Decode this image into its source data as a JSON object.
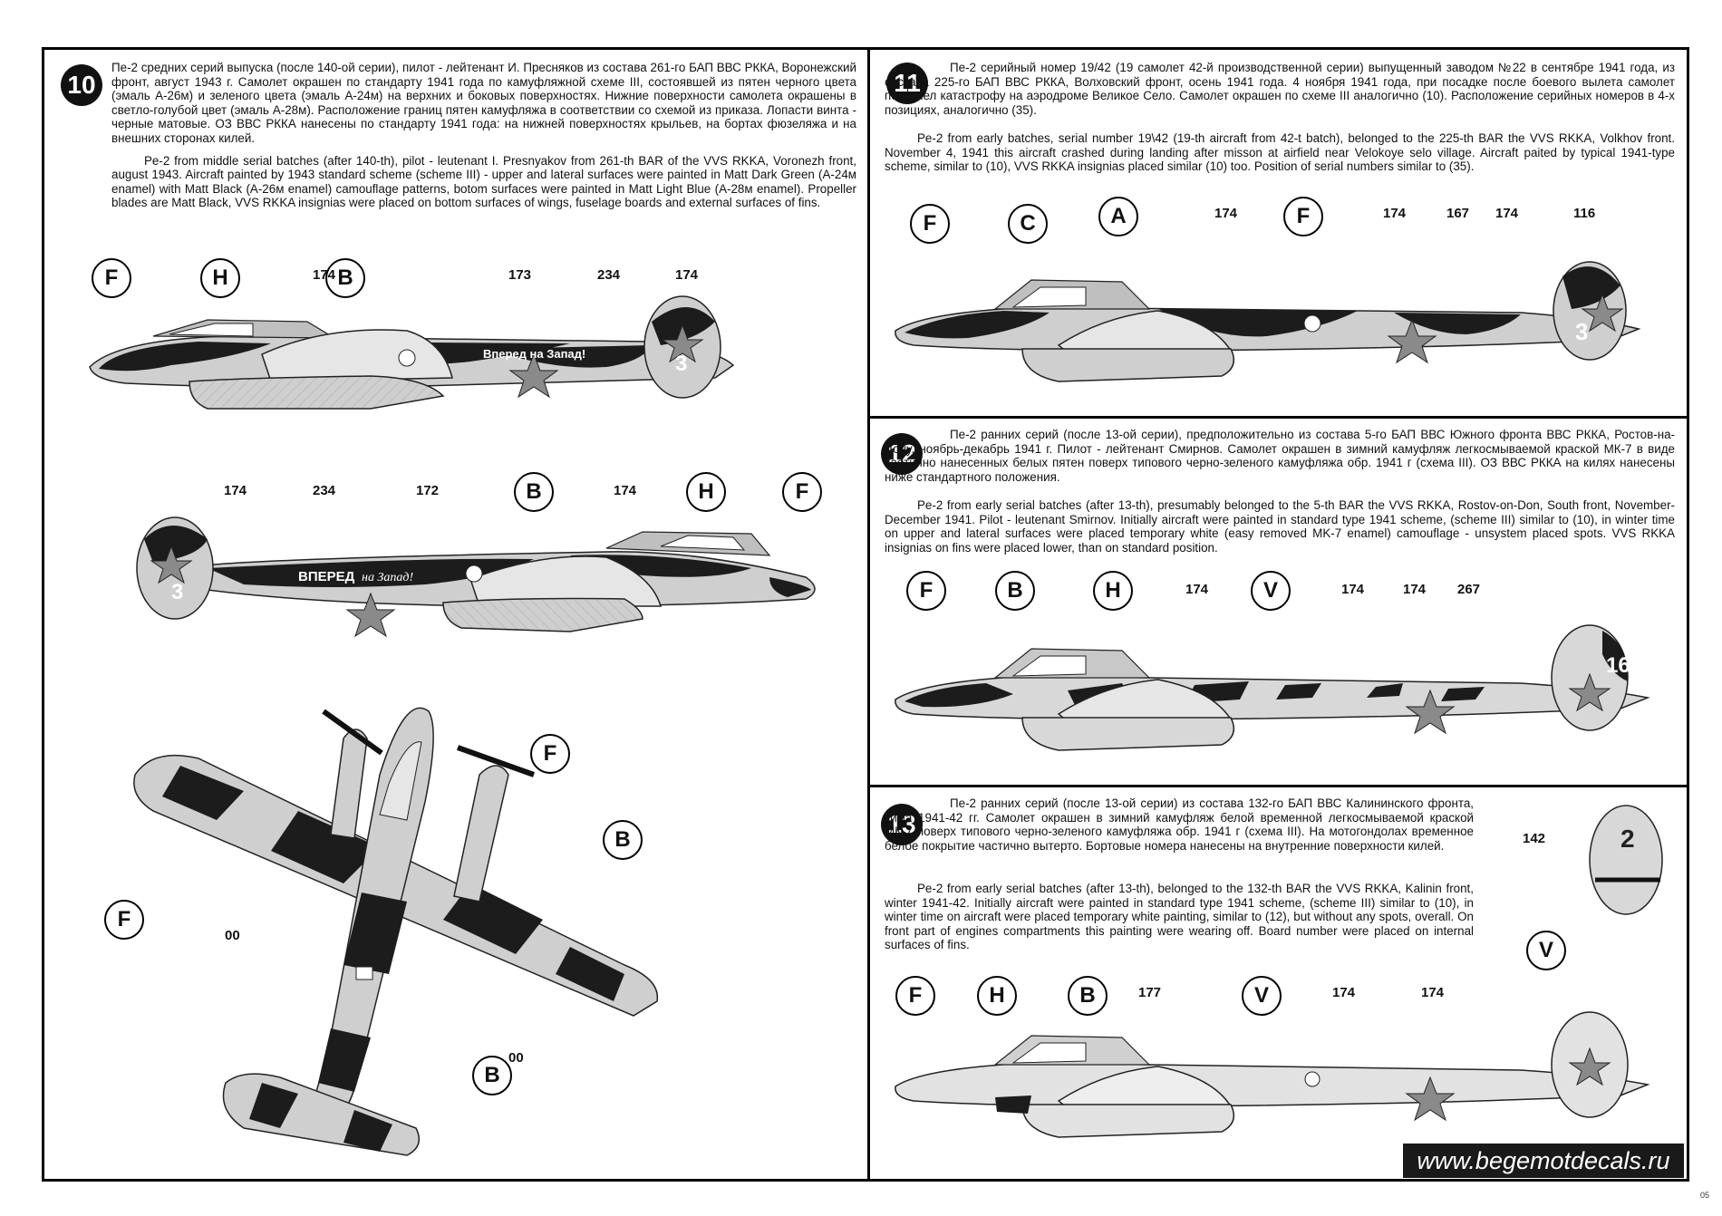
{
  "website": "www.begemotdecals.ru",
  "page_number": "05",
  "profiles": [
    {
      "id": "10",
      "ru": "Пе-2 средних серий выпуска (после 140-ой серии), пилот - лейтенант И. Пресняков из состава 261-го БАП ВВС РККА, Воронежский фронт, август 1943 г. Самолет окрашен по стандарту 1941 года по камуфляжной схеме III, состоявшей из пятен черного цвета (эмаль А-26м) и зеленого цвета (эмаль А-24м) на верхних и боковых поверхностях. Нижние поверхности самолета окрашены в светло-голубой цвет (эмаль А-28м). Расположение границ пятен камуфляжа в соответствии со схемой из приказа. Лопасти винта - черные матовые. ОЗ ВВС РККА нанесены по стандарту 1941 года: на нижней поверхностях крыльев, на бортах фюзеляжа и на внешних сторонах килей.",
      "en": "Pe-2 from middle serial batches (after 140-th), pilot - leutenant I. Presnyakov from 261-th BAR of the VVS RKKA, Voronezh front, august 1943. Aircraft painted by 1943 standard scheme (scheme III) - upper and lateral surfaces were painted in Matt Dark Green (A-24м enamel) with Matt Black (A-26м enamel) camouflage patterns, botom surfaces were painted in Matt Light Blue (A-28м enamel). Propeller blades are Matt Black, VVS RKKA insignias were placed on bottom surfaces of wings, fuselage boards and external surfaces of fins.",
      "top_labels": [
        "F",
        "H",
        "B"
      ],
      "top_numbers": [
        "174",
        "173",
        "234",
        "174"
      ],
      "top_slogan": "Вперед на Запад!",
      "top_tail": "3",
      "side2_labels": [
        "B",
        "H",
        "F"
      ],
      "side2_numbers": [
        "174",
        "234",
        "172",
        "174"
      ],
      "side2_slogan_a": "ВПЕРЕД",
      "side2_slogan_b": "на Запад!",
      "side2_tail": "3",
      "plan_labels": [
        "F",
        "F",
        "B",
        "B"
      ],
      "plan_numbers": [
        "00",
        "00"
      ]
    },
    {
      "id": "11",
      "ru": "Пе-2 серийный номер 19/42 (19 самолет 42-й производственной серии) выпущенный заводом №22 в сентябре 1941 года, из состава 225-го БАП ВВС РККА, Волховский фронт, осень 1941 года. 4 ноября 1941 года, при посадке после боевого вылета самолет потерпел катастрофу на аэродроме Великое Село. Самолет окрашен по схеме III аналогично (10). Расположение серийных номеров в 4-х позициях, аналогично (35).",
      "en": "Pe-2 from early batches, serial number 19\\42 (19-th aircraft from 42-t batch), belonged to the 225-th BAR the VVS RKKA, Volkhov front. November 4, 1941 this aircraft crashed during landing after misson at airfield near Velokoye selo village. Aircraft paited by typical 1941-type scheme, similar to (10), VVS RKKA insignias placed similar (10) too. Position of serial numbers similar to (35).",
      "labels": [
        "F",
        "C",
        "A",
        "F"
      ],
      "numbers": [
        "174",
        "174",
        "167",
        "174",
        "116"
      ],
      "tail": "3"
    },
    {
      "id": "12",
      "ru": "Пе-2 ранних серий (после 13-ой серии), предположительно из состава 5-го БАП ВВС Южного фронта ВВС РККА, Ростов-на-Дону, ноябрь-декабрь 1941 г. Пилот - лейтенант Смирнов. Самолет окрашен в зимний камуфляж легкосмываемой краской МК-7 в виде хаотично нанесенных белых пятен поверх типового черно-зеленого камуфляжа обр. 1941 г (схема III). ОЗ ВВС РККА на килях нанесены ниже стандартного положения.",
      "en": "Pe-2 from early serial batches (after 13-th), presumably belonged to the 5-th BAR the VVS RKKA, Rostov-on-Don, South front, November-December 1941. Pilot - leutenant Smirnov. Initially aircraft were painted in standard type 1941 scheme, (scheme III) similar to (10), in winter time on upper and lateral surfaces were placed temporary white (easy removed MK-7 enamel) camouflage - unsystem placed spots. VVS RKKA insignias on fins were placed lower, than on standard position.",
      "labels": [
        "F",
        "B",
        "H",
        "V"
      ],
      "numbers": [
        "174",
        "174",
        "174",
        "267"
      ],
      "tail": "16"
    },
    {
      "id": "13",
      "ru": "Пе-2 ранних серий (после 13-ой серии) из состава 132-го БАП ВВС Калининского фронта, зима 1941-42 гг. Самолет окрашен в зимний камуфляж белой временной легкосмываемой краской МК-7 поверх типового черно-зеленого камуфляжа обр. 1941 г (схема III). На мотогондолах временное белое покрытие частично вытерто. Бортовые номера нанесены на внутренние поверхности килей.",
      "en": "Pe-2 from early serial batches (after 13-th), belonged to the 132-th BAR the VVS RKKA, Kalinin front, winter 1941-42. Initially aircraft were painted in standard type 1941 scheme, (scheme III) similar to (10), in winter time on aircraft were placed temporary white painting, similar to (12), but without any spots, overall. On front part of engines compartments this painting were wearing off. Board number were placed on internal surfaces of fins.",
      "labels": [
        "F",
        "H",
        "B",
        "V",
        "V"
      ],
      "numbers": [
        "177",
        "174",
        "174",
        "142"
      ],
      "fin_number": "2"
    }
  ]
}
